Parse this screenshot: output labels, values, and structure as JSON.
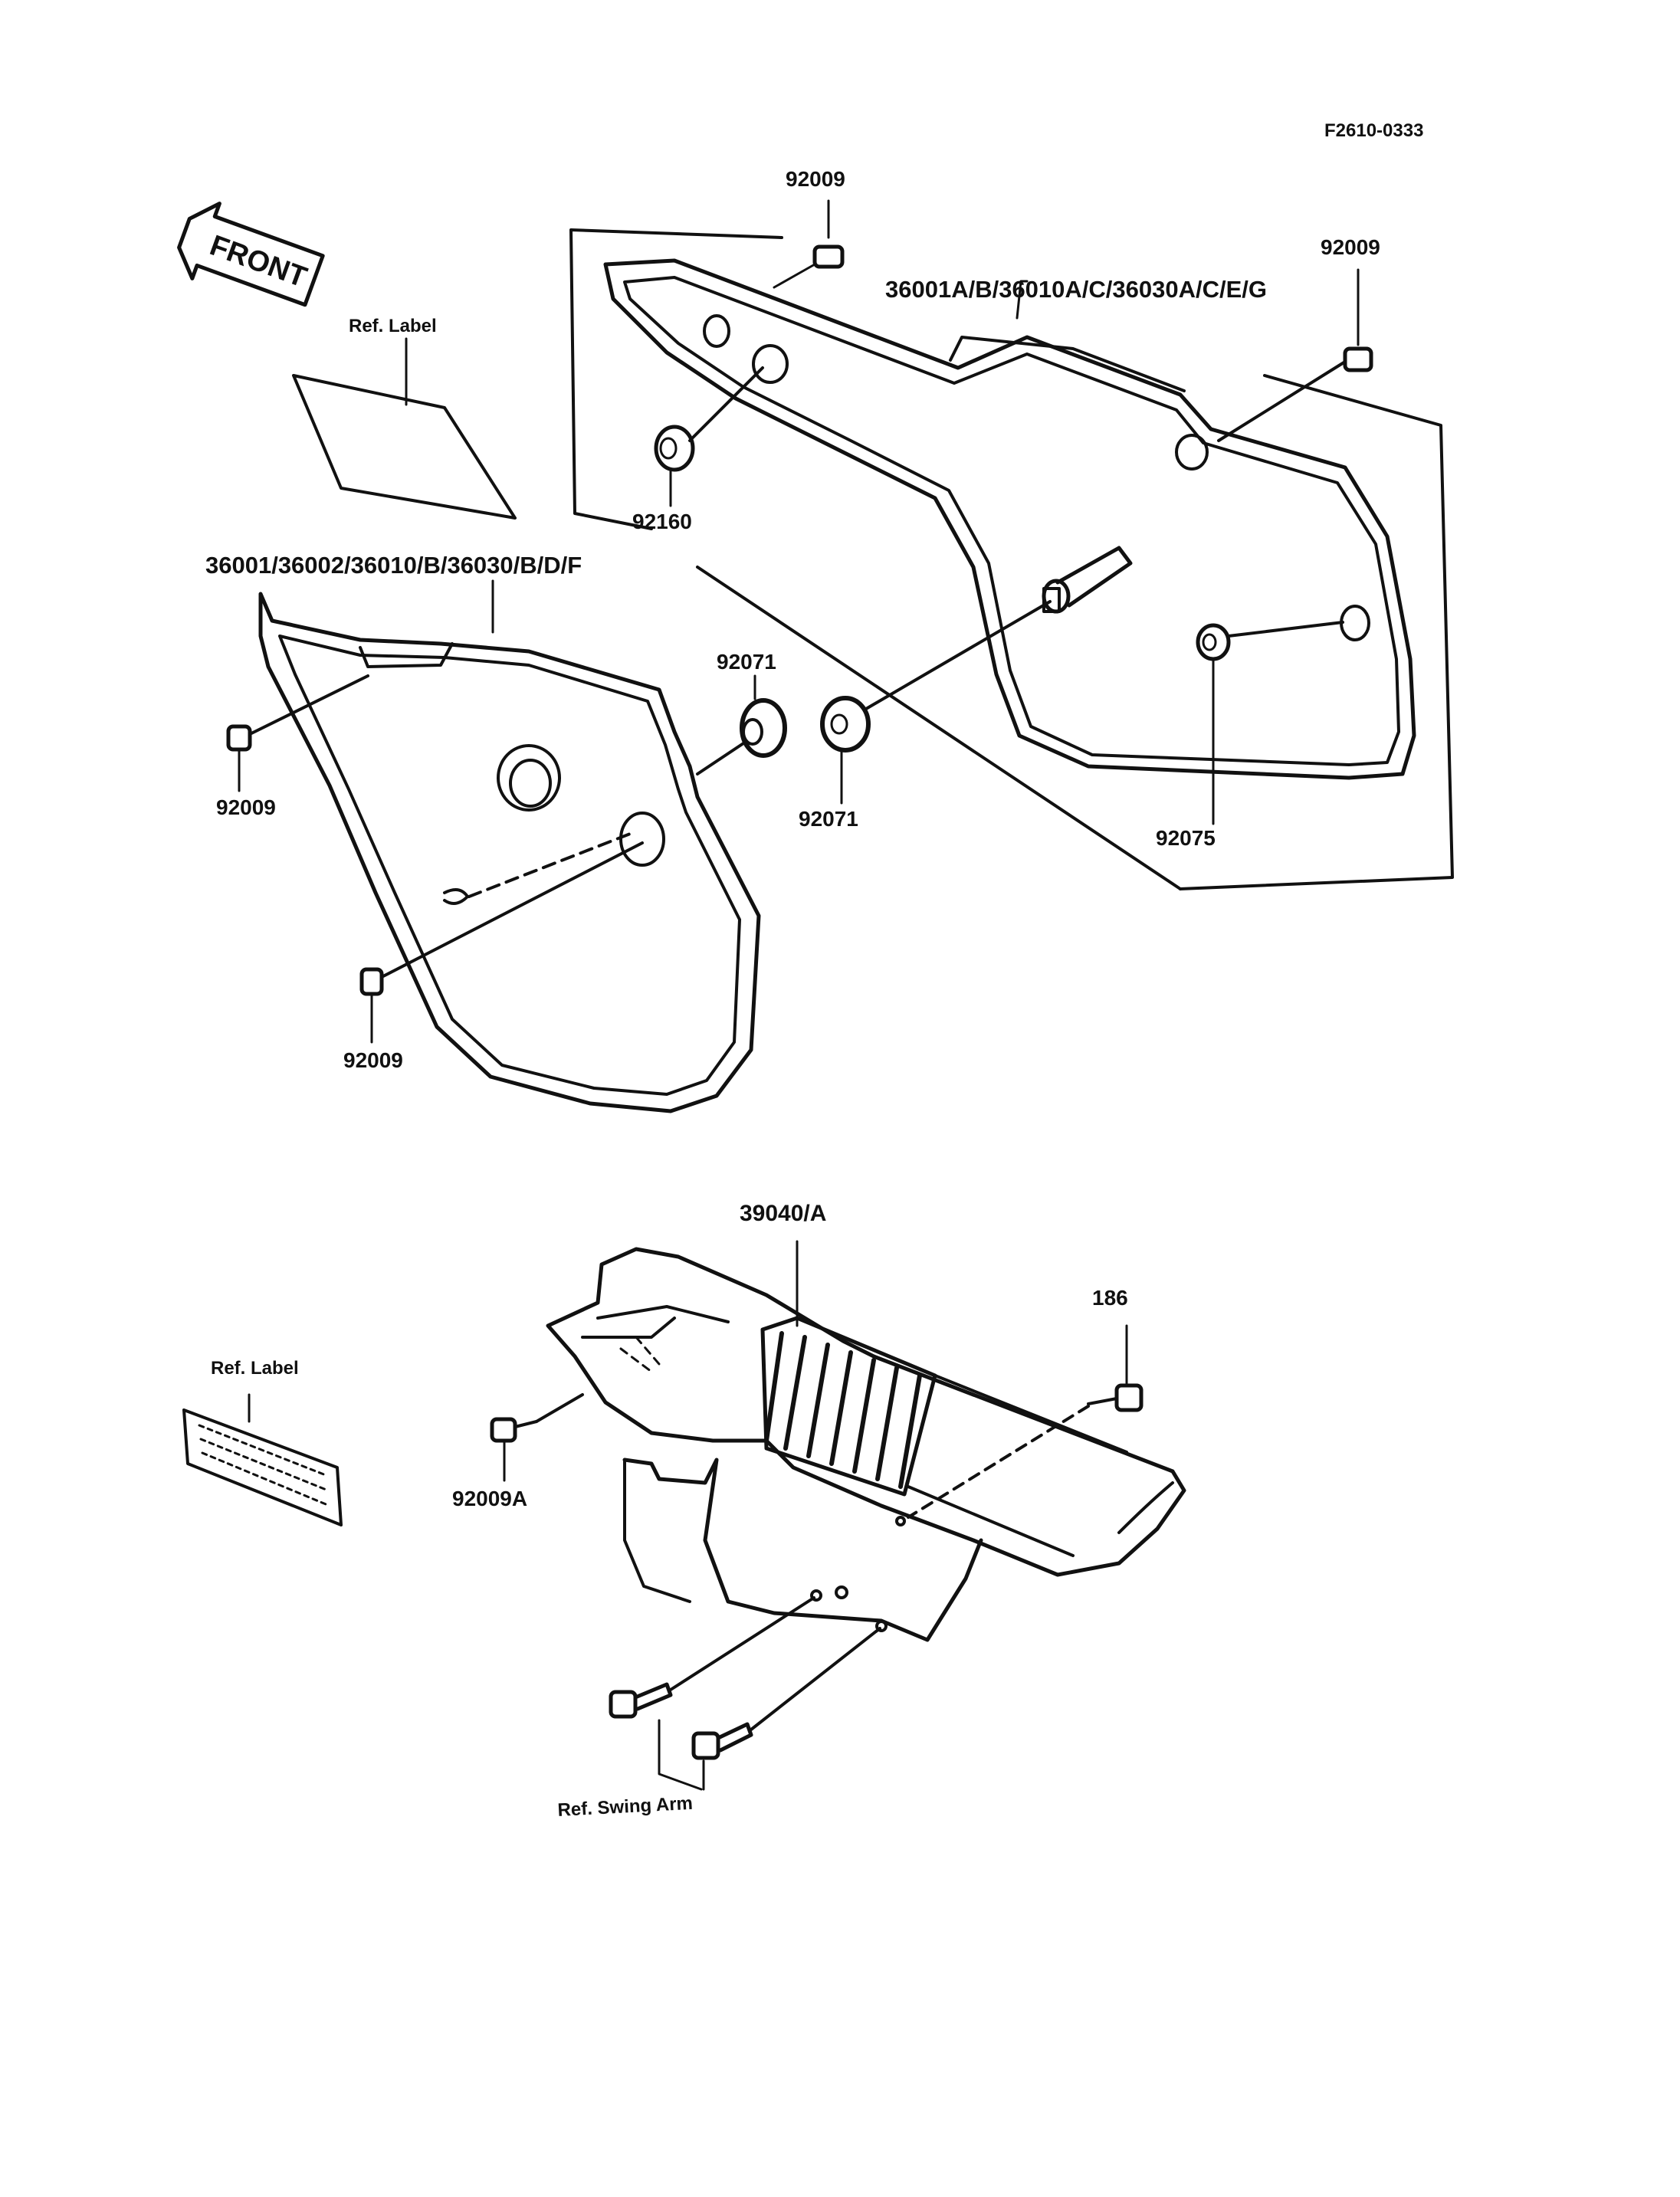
{
  "figure_code": "F2610-0333",
  "front_label": "FRONT",
  "labels": {
    "screw_top_center": "92009",
    "screw_top_right": "92009",
    "right_cover_parts": "36001A/B/36010A/C/36030A/C/E/G",
    "ref_label_top": "Ref. Label",
    "grommet_92160": "92160",
    "left_cover_parts": "36001/36002/36010/B/36030/B/D/F",
    "damper_left": "92071",
    "damper_right": "92071",
    "screw_left_upper": "92009",
    "nut_92075": "92075",
    "screw_left_lower": "92009",
    "chain_guard_parts": "39040/A",
    "bolt_186": "186",
    "ref_label_bottom": "Ref. Label",
    "screw_92009a": "92009A",
    "ref_swing_arm": "Ref. Swing Arm"
  },
  "colors": {
    "ink": "#111111",
    "paper": "#ffffff"
  }
}
